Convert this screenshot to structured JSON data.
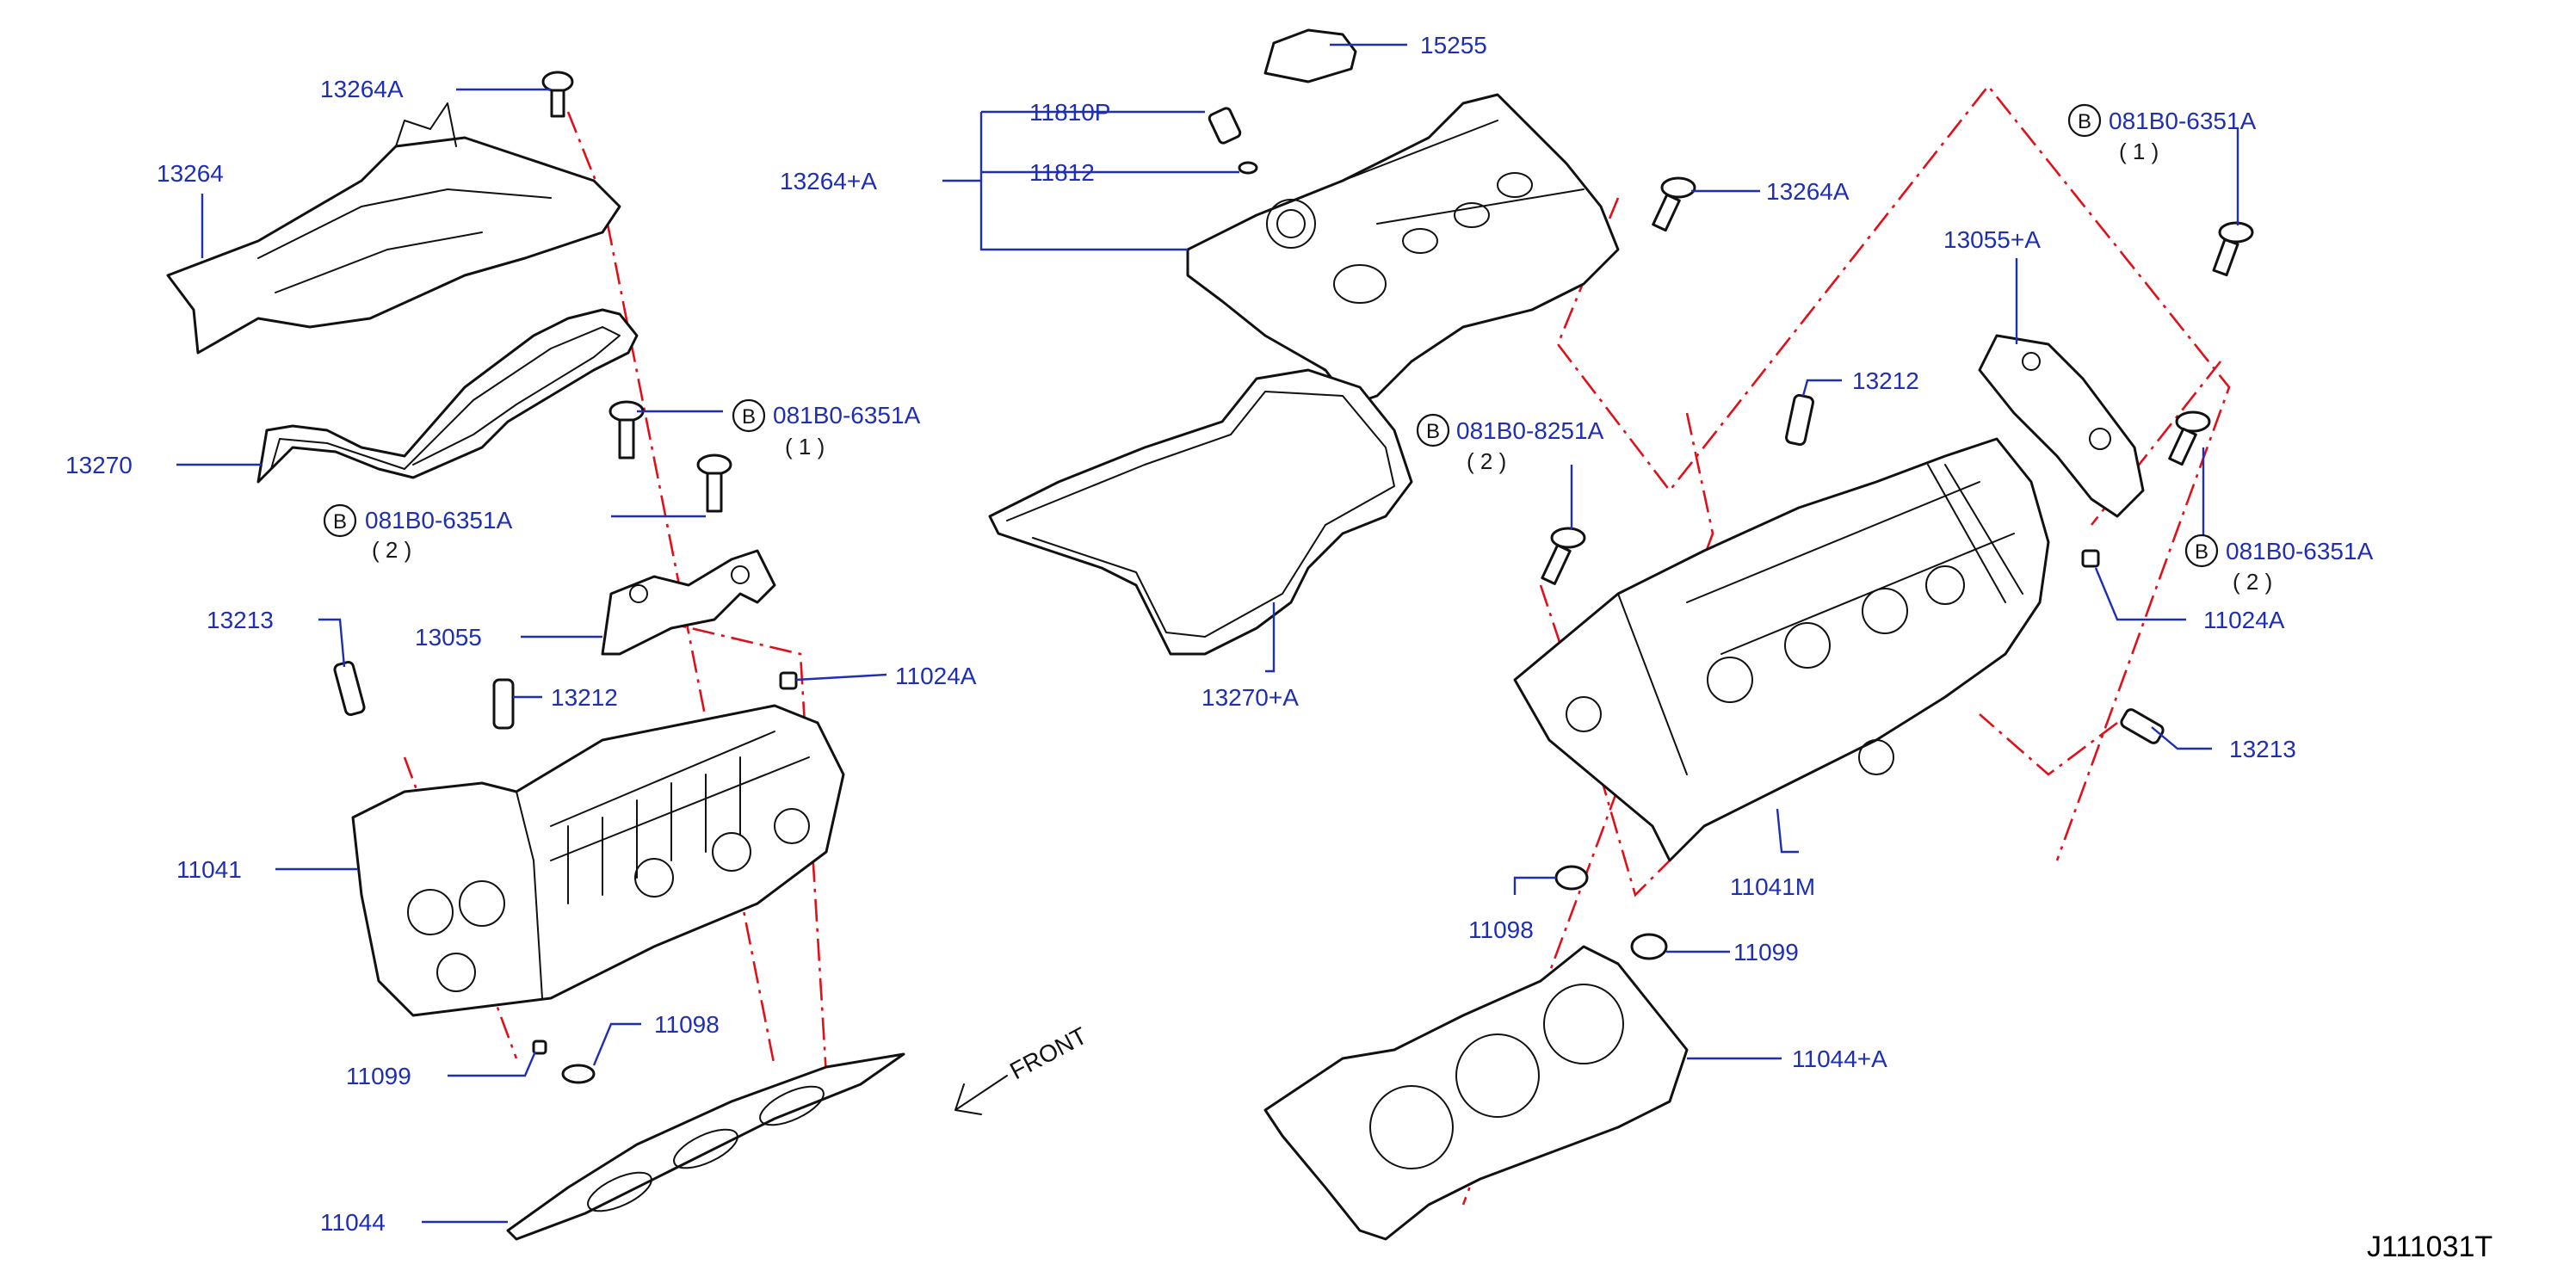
{
  "diagram_code": "J111031T",
  "front_label": "FRONT",
  "bolt_marker": "B",
  "labels": {
    "l_13264A_a": "13264A",
    "l_13264": "13264",
    "l_13270": "13270",
    "l_081_6351_1a": "081B0-6351A",
    "l_081_6351_2a": "081B0-6351A",
    "l_13055": "13055",
    "l_13213_a": "13213",
    "l_13212_a": "13212",
    "l_11024A_a": "11024A",
    "l_11041": "11041",
    "l_11099_a": "11099",
    "l_11098_a": "11098",
    "l_11044": "11044",
    "l_15255": "15255",
    "l_11810P": "11810P",
    "l_11812": "11812",
    "l_13264pA": "13264+A",
    "l_13270pA": "13270+A",
    "l_13264A_b": "13264A",
    "l_081_6351_1b": "081B0-6351A",
    "l_13055pA": "13055+A",
    "l_13212_b": "13212",
    "l_081_8251": "081B0-8251A",
    "l_081_6351_2b": "081B0-6351A",
    "l_11024A_b": "11024A",
    "l_13213_b": "13213",
    "l_11041M": "11041M",
    "l_11098_b": "11098",
    "l_11099_b": "11099",
    "l_11044pA": "11044+A"
  },
  "qty": {
    "q1a": "( 1 )",
    "q2a": "( 2 )",
    "q1b": "( 1 )",
    "q2b": "( 2 )",
    "q2c": "( 2 )"
  }
}
